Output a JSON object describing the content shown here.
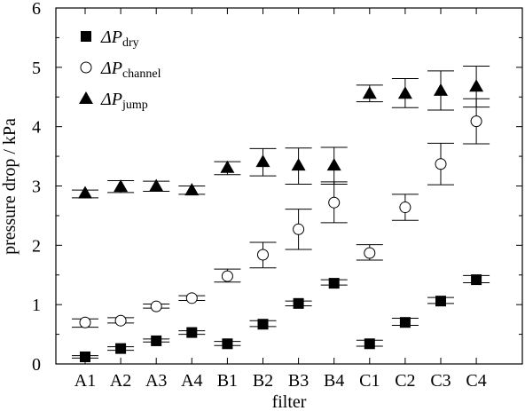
{
  "chart_data": {
    "type": "scatter",
    "xlabel": "filter",
    "ylabel": "pressure drop / kPa",
    "ylim": [
      0,
      6
    ],
    "yticks": [
      "0",
      "1",
      "2",
      "3",
      "4",
      "5",
      "6"
    ],
    "categories": [
      "A1",
      "A2",
      "A3",
      "A4",
      "B1",
      "B2",
      "B3",
      "B4",
      "C1",
      "C2",
      "C3",
      "C4"
    ],
    "legend_position": "top-left",
    "grid": false,
    "series": [
      {
        "name": "ΔP",
        "subscript": "dry",
        "marker": "filled-square",
        "values": [
          0.12,
          0.26,
          0.39,
          0.53,
          0.34,
          0.67,
          1.02,
          1.36,
          0.34,
          0.7,
          1.06,
          1.42
        ],
        "err_low": [
          0.1,
          0.23,
          0.37,
          0.5,
          0.31,
          0.63,
          0.98,
          1.33,
          0.3,
          0.65,
          1.02,
          1.37
        ],
        "err_high": [
          0.14,
          0.29,
          0.42,
          0.56,
          0.38,
          0.73,
          1.06,
          1.42,
          0.4,
          0.77,
          1.12,
          1.49
        ]
      },
      {
        "name": "ΔP",
        "subscript": "channel",
        "marker": "open-circle",
        "values": [
          0.7,
          0.73,
          0.97,
          1.11,
          1.48,
          1.84,
          2.27,
          2.72,
          1.87,
          2.64,
          3.37,
          4.09
        ],
        "err_low": [
          0.62,
          0.69,
          0.94,
          1.07,
          1.38,
          1.62,
          1.93,
          2.38,
          1.75,
          2.42,
          3.02,
          3.71
        ],
        "err_high": [
          0.76,
          0.78,
          1.01,
          1.15,
          1.6,
          2.05,
          2.61,
          3.07,
          2.01,
          2.86,
          3.72,
          4.47
        ]
      },
      {
        "name": "ΔP",
        "subscript": "jump",
        "marker": "filled-triangle",
        "values": [
          2.88,
          2.99,
          3.0,
          2.93,
          3.31,
          3.41,
          3.35,
          3.35,
          4.56,
          4.56,
          4.61,
          4.68
        ],
        "err_low": [
          2.8,
          2.89,
          2.91,
          2.86,
          3.19,
          3.17,
          3.03,
          3.03,
          4.42,
          4.32,
          4.28,
          4.33
        ],
        "err_high": [
          2.93,
          3.09,
          3.08,
          3.0,
          3.41,
          3.63,
          3.64,
          3.65,
          4.7,
          4.81,
          4.94,
          5.02
        ]
      }
    ]
  }
}
